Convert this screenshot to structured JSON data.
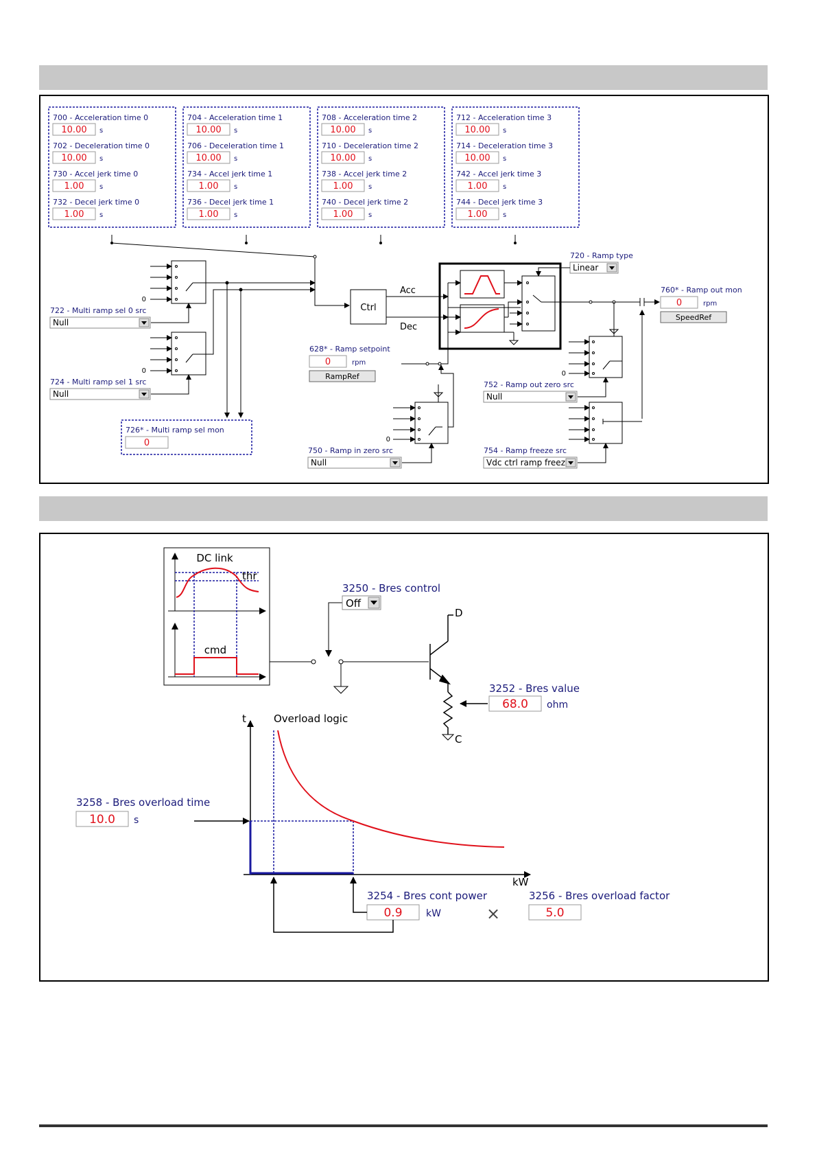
{
  "diagram1": {
    "groups": [
      {
        "params": [
          {
            "label": "700 - Acceleration time 0",
            "value": "10.00",
            "unit": "s"
          },
          {
            "label": "702 - Deceleration time 0",
            "value": "10.00",
            "unit": "s"
          },
          {
            "label": "730 - Accel jerk time 0",
            "value": "1.00",
            "unit": "s"
          },
          {
            "label": "732 - Decel jerk time 0",
            "value": "1.00",
            "unit": "s"
          }
        ]
      },
      {
        "params": [
          {
            "label": "704 - Acceleration time 1",
            "value": "10.00",
            "unit": "s"
          },
          {
            "label": "706 - Deceleration time 1",
            "value": "10.00",
            "unit": "s"
          },
          {
            "label": "734 - Accel jerk time 1",
            "value": "1.00",
            "unit": "s"
          },
          {
            "label": "736 - Decel jerk time 1",
            "value": "1.00",
            "unit": "s"
          }
        ]
      },
      {
        "params": [
          {
            "label": "708 - Acceleration time 2",
            "value": "10.00",
            "unit": "s"
          },
          {
            "label": "710 - Deceleration time 2",
            "value": "10.00",
            "unit": "s"
          },
          {
            "label": "738 - Accel jerk time 2",
            "value": "1.00",
            "unit": "s"
          },
          {
            "label": "740 - Decel jerk time 2",
            "value": "1.00",
            "unit": "s"
          }
        ]
      },
      {
        "params": [
          {
            "label": "712 - Acceleration time 3",
            "value": "10.00",
            "unit": "s"
          },
          {
            "label": "714 - Deceleration time 3",
            "value": "10.00",
            "unit": "s"
          },
          {
            "label": "742 - Accel jerk time 3",
            "value": "1.00",
            "unit": "s"
          },
          {
            "label": "744 - Decel jerk time 3",
            "value": "1.00",
            "unit": "s"
          }
        ]
      }
    ],
    "ramp_type": {
      "label": "720 - Ramp type",
      "value": "Linear"
    },
    "ramp_out_mon": {
      "label": "760* - Ramp out mon",
      "value": "0",
      "unit": "rpm",
      "button": "SpeedRef"
    },
    "multi_ramp_sel0": {
      "label": "722 - Multi ramp sel 0 src",
      "value": "Null"
    },
    "multi_ramp_sel1": {
      "label": "724 - Multi ramp sel 1 src",
      "value": "Null"
    },
    "multi_ramp_mon": {
      "label": "726* - Multi ramp sel mon",
      "value": "0"
    },
    "ramp_setpoint": {
      "label": "628* - Ramp setpoint",
      "value": "0",
      "unit": "rpm",
      "button": "RampRef"
    },
    "ramp_in_zero": {
      "label": "750 - Ramp in zero src",
      "value": "Null"
    },
    "ramp_out_zero": {
      "label": "752 - Ramp out zero src",
      "value": "Null"
    },
    "ramp_freeze": {
      "label": "754 - Ramp freeze src",
      "value": "Vdc ctrl ramp freeze"
    },
    "ctrl": "Ctrl",
    "acc": "Acc",
    "dec": "Dec",
    "zero": "0"
  },
  "diagram2": {
    "dc_link": "DC link",
    "thr": "thr",
    "cmd": "cmd",
    "bres_control": {
      "label": "3250 - Bres control",
      "value": "Off"
    },
    "terminal_d": "D",
    "terminal_c": "C",
    "bres_value": {
      "label": "3252 - Bres value",
      "value": "68.0",
      "unit": "ohm"
    },
    "overload_logic": "Overload logic",
    "axis_t": "t",
    "axis_kw": "kW",
    "bres_overload_time": {
      "label": "3258 - Bres overload time",
      "value": "10.0",
      "unit": "s"
    },
    "bres_cont_power": {
      "label": "3254 - Bres cont power",
      "value": "0.9",
      "unit": "kW"
    },
    "bres_overload_factor": {
      "label": "3256 - Bres overload factor",
      "value": "5.0"
    },
    "multiply": "×"
  },
  "colors": {
    "label": "#1a1a7a",
    "value": "#e0101a",
    "dashed": "#1a1aa0",
    "curve": "#e0101a"
  }
}
